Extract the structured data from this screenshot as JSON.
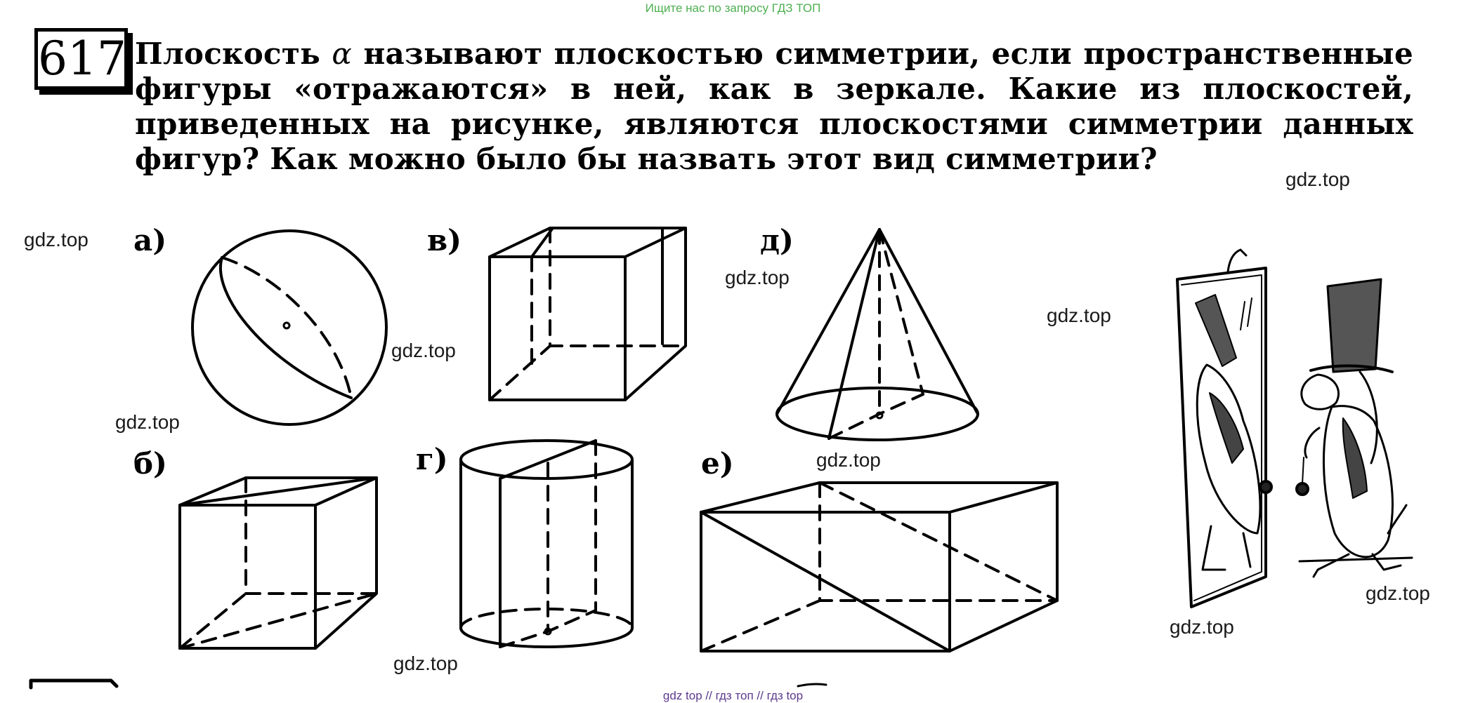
{
  "banner_top": "Ищите нас по запросу ГДЗ ТОП",
  "banner_bottom": "gdz top  //  гдз топ  //  гдз top",
  "problem": {
    "number": "617",
    "text_before": "Плоскость ",
    "symbol": "α",
    "text_after": " называют плоскостью симметрии, если пространственные фигуры «отражаются» в ней, как в зеркале. Какие из плоскостей, приведенных на рисунке, являются плоскостями симметрии данных фигур? Как можно было бы назвать этот вид симметрии?"
  },
  "figure_labels": {
    "a": "а)",
    "b": "б)",
    "v": "в)",
    "g": "г)",
    "d": "д)",
    "e": "е)"
  },
  "watermark": "gdz.top"
}
